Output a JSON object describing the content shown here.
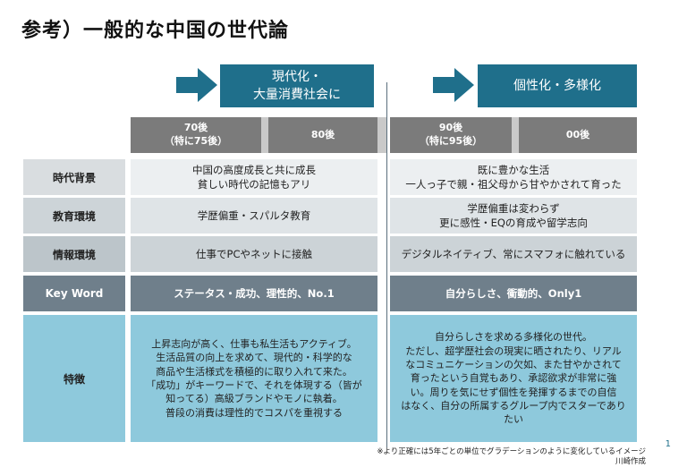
{
  "title": "参考）一般的な中国の世代論",
  "eras": [
    {
      "label_line1": "現代化・",
      "label_line2": "大量消費社会に"
    },
    {
      "label_line1": "個性化・多様化",
      "label_line2": ""
    }
  ],
  "generations": [
    {
      "line1": "70後",
      "line2": "（特に75後）"
    },
    {
      "line1": "80後",
      "line2": ""
    },
    {
      "line1": "90後",
      "line2": "（特に95後）"
    },
    {
      "line1": "00後",
      "line2": ""
    }
  ],
  "rows": [
    {
      "label": "時代背景",
      "left": [
        "中国の高度成長と共に成長",
        "貧しい時代の記憶もアリ"
      ],
      "right": [
        "既に豊かな生活",
        "一人っ子で親・祖父母から甘やかされて育った"
      ]
    },
    {
      "label": "教育環境",
      "left": [
        "学歴偏重・スパルタ教育"
      ],
      "right": [
        "学歴偏重は変わらず",
        "更に感性・EQの育成や留学志向"
      ]
    },
    {
      "label": "情報環境",
      "left": [
        "仕事でPCやネットに接触"
      ],
      "right": [
        "デジタルネイティブ、常にスマフォに触れている"
      ]
    },
    {
      "label": "Key Word",
      "left": [
        "ステータス・成功、理性的、No.1"
      ],
      "right": [
        "自分らしさ、衝動的、Only1"
      ]
    },
    {
      "label": "特徴",
      "left": [
        "上昇志向が高く、仕事も私生活もアクティブ。",
        "生活品質の向上を求めて、現代的・科学的な",
        "商品や生活様式を積極的に取り入れて来た。",
        "「成功」がキーワードで、それを体現する（皆が",
        "知ってる）高級ブランドやモノに執着。",
        "普段の消費は理性的でコスパを重視する"
      ],
      "right": [
        "自分らしさを求める多様化の世代。",
        "ただし、超学歴社会の現実に晒されたり、リアル",
        "なコミュニケーションの欠如、また甘やかされて",
        "育ったという自覚もあり、承認欲求が非常に強",
        "い。周りを気にせず個性を発揮するまでの自信",
        "はなく、自分の所属するグループ内でスターであり",
        "たい"
      ]
    }
  ],
  "note": {
    "line1": "※より正確には5年ごとの単位でグラデーションのように変化しているイメージ",
    "line2": "川崎作成"
  },
  "page_number": "1",
  "colors": {
    "era": "#1f6f8b",
    "generation": "#7b7b7b",
    "key_word": "#6f7f8b",
    "feature": "#8ec9dc"
  },
  "icons": {
    "era_arrow": "right-arrow-icon"
  }
}
